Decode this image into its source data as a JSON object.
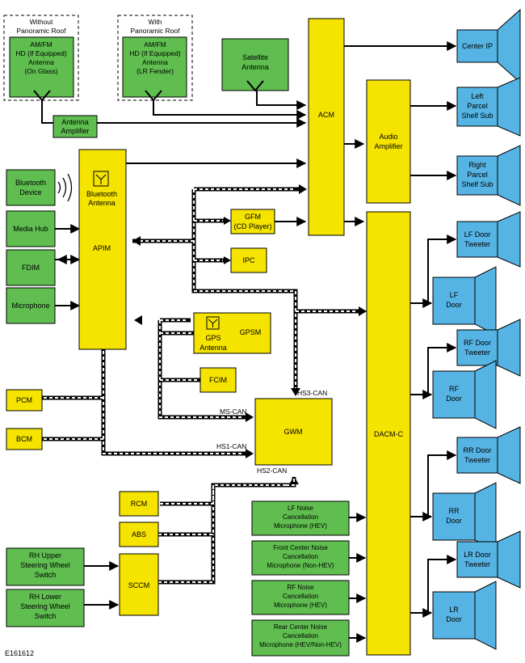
{
  "colors": {
    "module": "#f5e400",
    "green_module": "#5fbe4f",
    "speaker": "#55b4e4",
    "line": "#000000",
    "can_stripe": "#ffffff"
  },
  "antennas": {
    "no_roof_caption": [
      "Without",
      "Panoramic Roof"
    ],
    "no_roof_antenna": [
      "AM/FM",
      "HD (If Equipped)",
      "Antenna",
      "(On Glass)"
    ],
    "roof_caption": [
      "With",
      "Panoramic Roof"
    ],
    "roof_antenna": [
      "AM/FM",
      "HD (If Equipped)",
      "Antenna",
      "(LR Fender)"
    ],
    "satellite": [
      "Satellite",
      "Antenna"
    ],
    "amplifier": [
      "Antenna",
      "Amplifier"
    ]
  },
  "modules": {
    "acm": "ACM",
    "audio_amp": [
      "Audio",
      "Amplifier"
    ],
    "apim": "APIM",
    "bt_antenna": [
      "Bluetooth",
      "Antenna"
    ],
    "gfm": [
      "GFM",
      "(CD Player)"
    ],
    "ipc": "IPC",
    "gpsm": "GPSM",
    "gps_antenna": [
      "GPS",
      "Antenna"
    ],
    "fcim": "FCIM",
    "gwm": "GWM",
    "dacm": "DACM-C",
    "pcm": "PCM",
    "bcm": "BCM",
    "rcm": "RCM",
    "abs": "ABS",
    "sccm": "SCCM"
  },
  "inputs": {
    "bluetooth_device": [
      "Bluetooth",
      "Device"
    ],
    "media_hub": "Media Hub",
    "fdim": "FDIM",
    "microphone": "Microphone",
    "rh_upper": [
      "RH Upper",
      "Steering Wheel",
      "Switch"
    ],
    "rh_lower": [
      "RH Lower",
      "Steering Wheel",
      "Switch"
    ],
    "lf_noise": [
      "LF Noise",
      "Cancellation",
      "Microphone (HEV)"
    ],
    "fc_noise": [
      "Front Center Noise",
      "Cancellation",
      "Microphone (Non-HEV)"
    ],
    "rf_noise": [
      "RF Noise",
      "Cancellation",
      "Microphone (HEV)"
    ],
    "rc_noise": [
      "Rear Center Noise",
      "Cancellation",
      "Microphone (HEV/Non-HEV)"
    ]
  },
  "speakers": {
    "center_ip": [
      "Center IP"
    ],
    "left_parcel": [
      "Left",
      "Parcel",
      "Shelf Sub"
    ],
    "right_parcel": [
      "Right",
      "Parcel",
      "Shelf Sub"
    ],
    "lf_tweeter": [
      "LF Door",
      "Tweeter"
    ],
    "lf_door": [
      "LF",
      "Door"
    ],
    "rf_tweeter": [
      "RF Door",
      "Tweeter"
    ],
    "rf_door": [
      "RF",
      "Door"
    ],
    "rr_tweeter": [
      "RR Door",
      "Tweeter"
    ],
    "rr_door": [
      "RR",
      "Door"
    ],
    "lr_tweeter": [
      "LR Door",
      "Tweeter"
    ],
    "lr_door": [
      "LR",
      "Door"
    ]
  },
  "buses": {
    "hs3": "HS3-CAN",
    "ms": "MS-CAN",
    "hs1": "HS1-CAN",
    "hs2": "HS2-CAN"
  },
  "figure_id": "E161612"
}
